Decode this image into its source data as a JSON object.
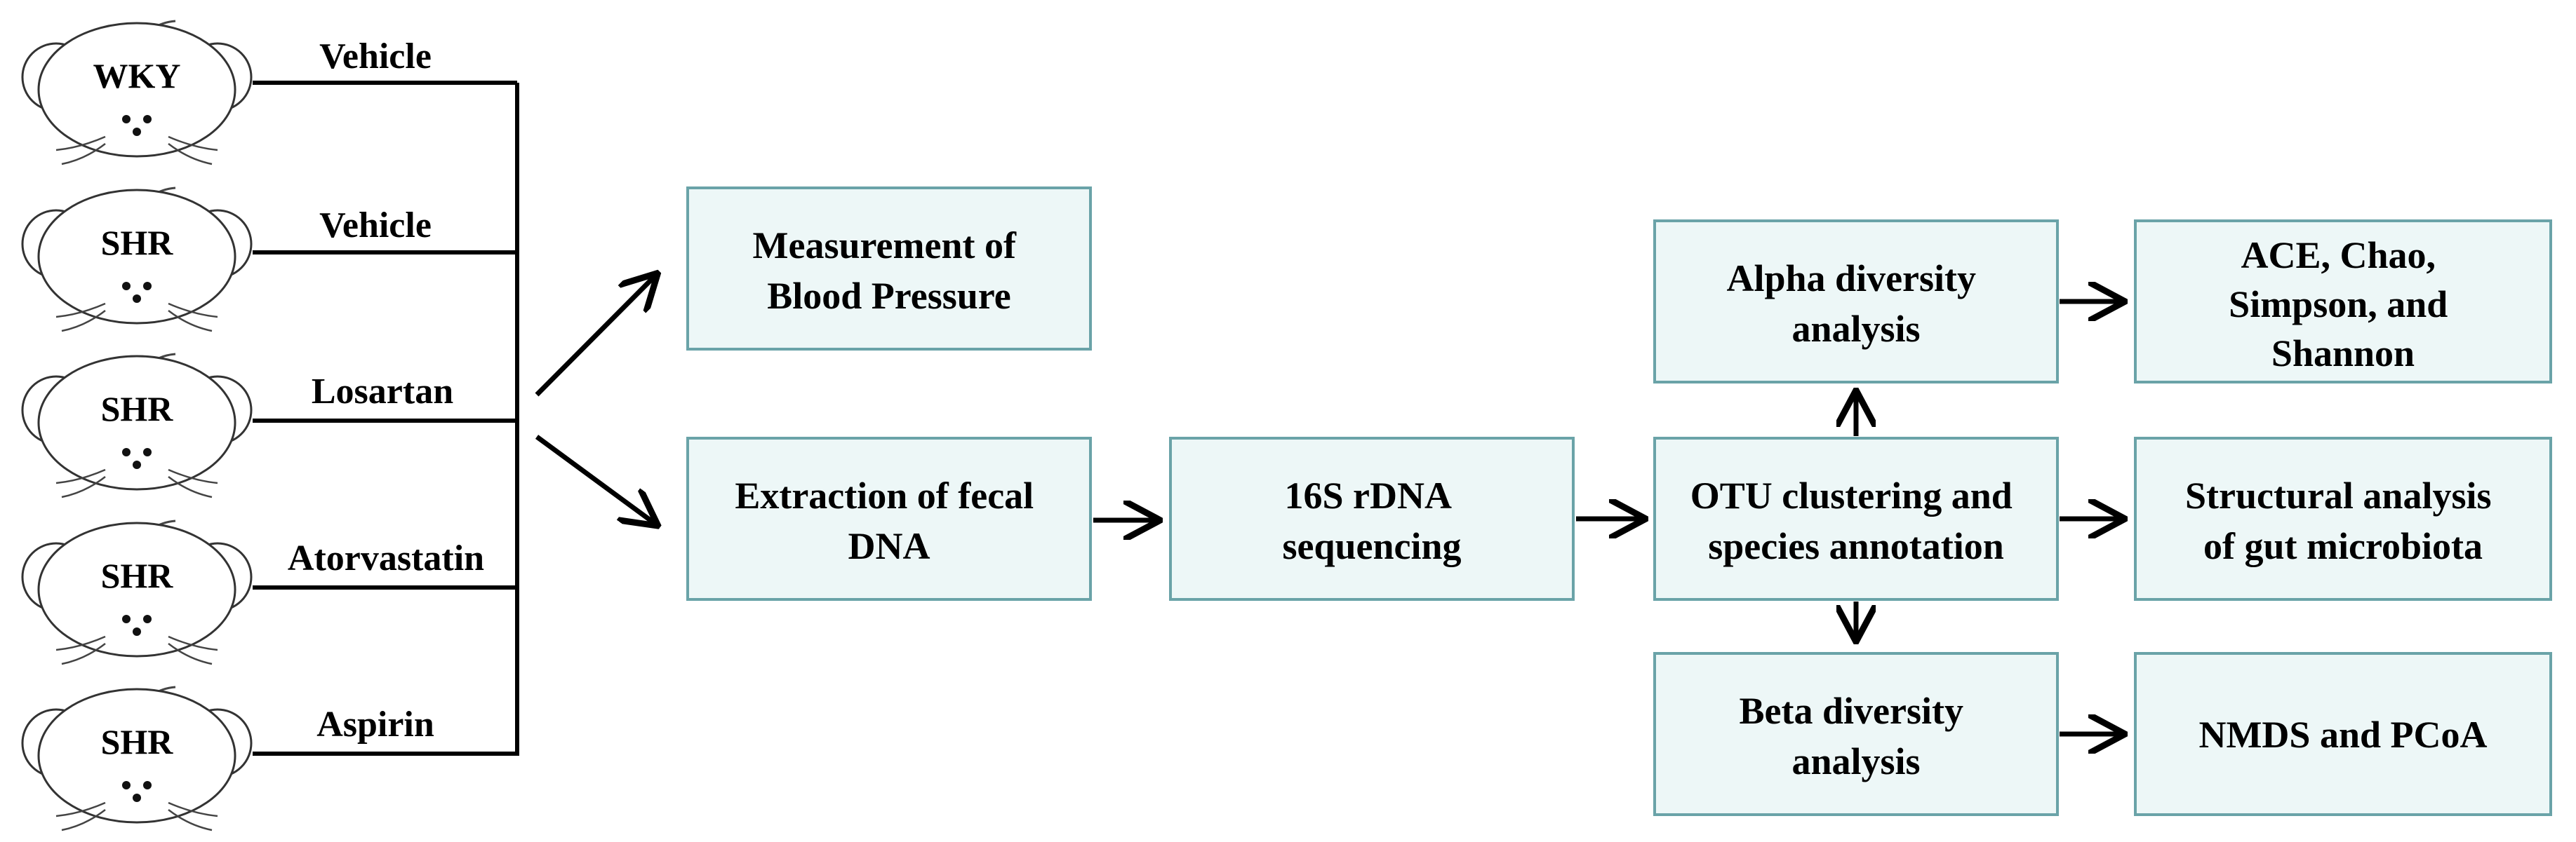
{
  "groups": [
    {
      "strain": "WKY",
      "treatment": "Vehicle"
    },
    {
      "strain": "SHR",
      "treatment": "Vehicle"
    },
    {
      "strain": "SHR",
      "treatment": "Losartan"
    },
    {
      "strain": "SHR",
      "treatment": "Atorvastatin"
    },
    {
      "strain": "SHR",
      "treatment": "Aspirin"
    }
  ],
  "boxes": {
    "blood_pressure": [
      "Measurement of",
      "Blood Pressure"
    ],
    "fecal_dna": [
      "Extraction of fecal",
      "DNA"
    ],
    "sequencing": [
      "16S rDNA",
      "sequencing"
    ],
    "otu": [
      "OTU clustering and",
      "species annotation"
    ],
    "alpha": [
      "Alpha diversity",
      "analysis"
    ],
    "alpha_result": [
      "ACE, Chao,",
      "Simpson, and",
      "Shannon"
    ],
    "structural": [
      "Structural analysis",
      "of gut microbiota"
    ],
    "beta": [
      "Beta diversity",
      "analysis"
    ],
    "beta_result": [
      "NMDS and PCoA"
    ]
  },
  "colors": {
    "box_fill": "#edf7f7",
    "box_border": "#6aa3a8"
  }
}
